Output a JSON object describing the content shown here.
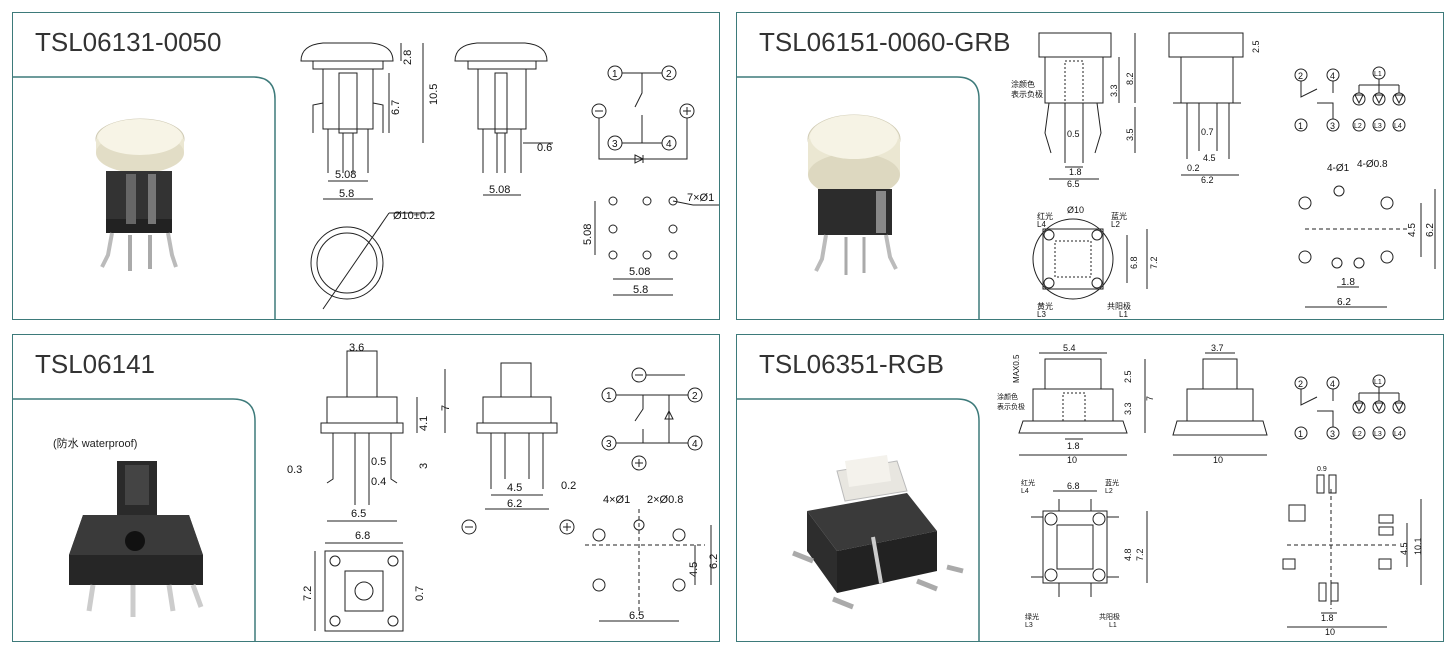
{
  "panels": [
    {
      "title": "TSL06131-0050",
      "dims": {
        "d1": "2.8",
        "d2": "10.5",
        "d3": "6.7",
        "d4": "5.08",
        "d5": "5.8",
        "d6": "5.08",
        "d7": "0.6",
        "d8": "Ø10±0.2",
        "d9": "7×Ø1",
        "d10": "5.08",
        "d11": "5.08",
        "d12": "5.8"
      },
      "pins": [
        "1",
        "2",
        "3",
        "4"
      ]
    },
    {
      "title": "TSL06151-0060-GRB",
      "dims": {
        "d1": "3.3",
        "d2": "8.2",
        "d3": "0.5",
        "d4": "3.5",
        "d5": "1.8",
        "d6": "6.5",
        "d7": "2.5",
        "d8": "0.7",
        "d9": "4.5",
        "d10": "0.2",
        "d11": "6.2",
        "d12": "Ø10",
        "d13": "6.8",
        "d14": "7.2",
        "d15": "4-Ø1",
        "d16": "4-Ø0.8",
        "d17": "4.5",
        "d18": "6.2",
        "d19": "1.8",
        "d20": "6.2"
      },
      "labels": {
        "l1": "涂颜色",
        "l2": "表示负极",
        "l3": "红光",
        "l4": "L4",
        "l5": "蓝光",
        "l6": "L2",
        "l7": "黄光",
        "l8": "L3",
        "l9": "共阳极",
        "l10": "L1"
      },
      "pins": [
        "1",
        "2",
        "3",
        "4"
      ],
      "leds": [
        "L1",
        "L2",
        "L3",
        "L4"
      ]
    },
    {
      "title": "TSL06141",
      "note": "(防水 waterproof)",
      "dims": {
        "d1": "3.6",
        "d2": "7",
        "d3": "4.1",
        "d4": "3",
        "d5": "0.3",
        "d6": "0.5",
        "d7": "0.4",
        "d8": "6.5",
        "d9": "4.5",
        "d10": "6.2",
        "d11": "0.2",
        "d12": "6.8",
        "d13": "7.2",
        "d14": "0.7",
        "d15": "4×Ø1",
        "d16": "2×Ø0.8",
        "d17": "4.5",
        "d18": "6.2",
        "d19": "6.5"
      },
      "pins": [
        "1",
        "2",
        "3",
        "4"
      ]
    },
    {
      "title": "TSL06351-RGB",
      "dims": {
        "d1": "MAX0.5",
        "d2": "5.4",
        "d3": "2.5",
        "d4": "3.3",
        "d5": "7",
        "d6": "1.8",
        "d7": "10",
        "d8": "3.7",
        "d9": "10",
        "d10": "6.8",
        "d11": "4.8",
        "d12": "7.2",
        "d13": "0.9",
        "d14": "4.5",
        "d15": "10.1",
        "d16": "1.8",
        "d17": "10"
      },
      "labels": {
        "l1": "涂颜色",
        "l2": "表示负极",
        "l3": "红光",
        "l4": "L4",
        "l5": "蓝光",
        "l6": "L2",
        "l7": "绿光",
        "l8": "L3",
        "l9": "共阳极",
        "l10": "L1"
      },
      "pins": [
        "1",
        "2",
        "3",
        "4"
      ],
      "leds": [
        "L1",
        "L2",
        "L3",
        "L4"
      ]
    }
  ],
  "colors": {
    "border": "#3d7a7a",
    "line": "#222222"
  }
}
